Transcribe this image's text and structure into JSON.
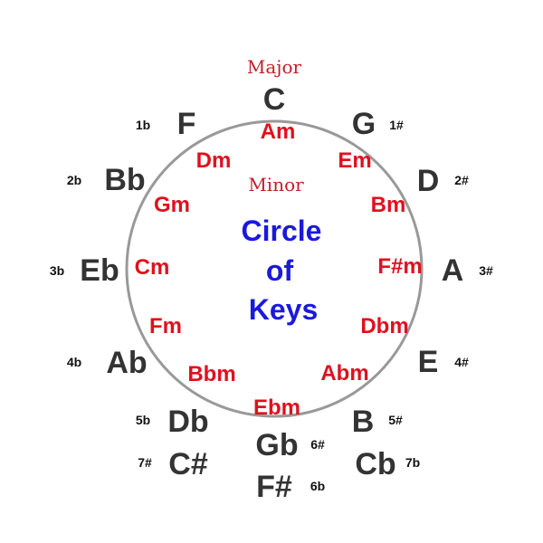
{
  "labels": {
    "major_heading": "Major",
    "minor_heading": "Minor",
    "title_lines": [
      "Circle",
      "of",
      "Keys"
    ]
  },
  "colors": {
    "major": "#333333",
    "minor": "#e0101e",
    "title": "#1a1adc",
    "circle": "#999999"
  },
  "keys": [
    {
      "id": "c",
      "major": "C",
      "minor": "Am",
      "signature": ""
    },
    {
      "id": "g",
      "major": "G",
      "minor": "Em",
      "signature": "1#"
    },
    {
      "id": "d",
      "major": "D",
      "minor": "Bm",
      "signature": "2#"
    },
    {
      "id": "a",
      "major": "A",
      "minor": "F#m",
      "signature": "3#"
    },
    {
      "id": "e",
      "major": "E",
      "minor": "Dbm",
      "signature": "4#"
    },
    {
      "id": "b",
      "major": "B",
      "minor": "Abm",
      "signature": "5#"
    },
    {
      "id": "cb",
      "major": "Cb",
      "minor": "",
      "signature": "7b"
    },
    {
      "id": "fsharp",
      "major": "F#",
      "minor": "",
      "signature": "6b"
    },
    {
      "id": "gb",
      "major": "Gb",
      "minor": "Ebm",
      "signature": "6#"
    },
    {
      "id": "csharp",
      "major": "C#",
      "minor": "",
      "signature": "7#"
    },
    {
      "id": "db",
      "major": "Db",
      "minor": "Bbm",
      "signature": "5b"
    },
    {
      "id": "ab",
      "major": "Ab",
      "minor": "Fm",
      "signature": "4b"
    },
    {
      "id": "eb",
      "major": "Eb",
      "minor": "Cm",
      "signature": "3b"
    },
    {
      "id": "bb",
      "major": "Bb",
      "minor": "Gm",
      "signature": "2b"
    },
    {
      "id": "f",
      "major": "F",
      "minor": "Dm",
      "signature": "1b"
    }
  ]
}
